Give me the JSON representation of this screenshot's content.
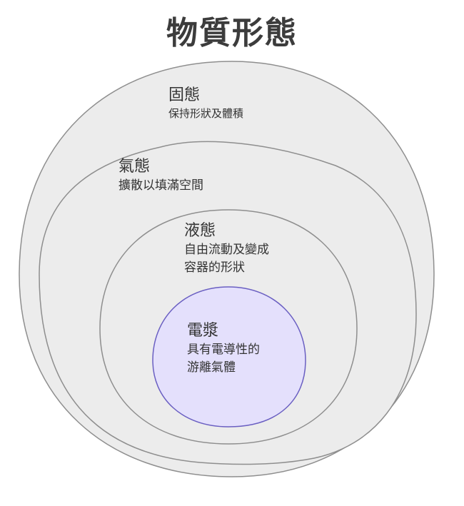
{
  "title": "物質形態",
  "states": [
    {
      "name": "固態",
      "desc": [
        "保持形狀及體積"
      ],
      "fill": "#ececec",
      "stroke": "#8e8e8e"
    },
    {
      "name": "氣態",
      "desc": [
        "擴散以填滿空間"
      ],
      "fill": "#ececec",
      "stroke": "#8e8e8e"
    },
    {
      "name": "液態",
      "desc": [
        "自由流動及變成",
        "容器的形狀"
      ],
      "fill": "#ececec",
      "stroke": "#8e8e8e"
    },
    {
      "name": "電漿",
      "desc": [
        "具有電導性的",
        "游離氣體"
      ],
      "fill": "#e4e0fc",
      "stroke": "#6a5fc2"
    }
  ]
}
